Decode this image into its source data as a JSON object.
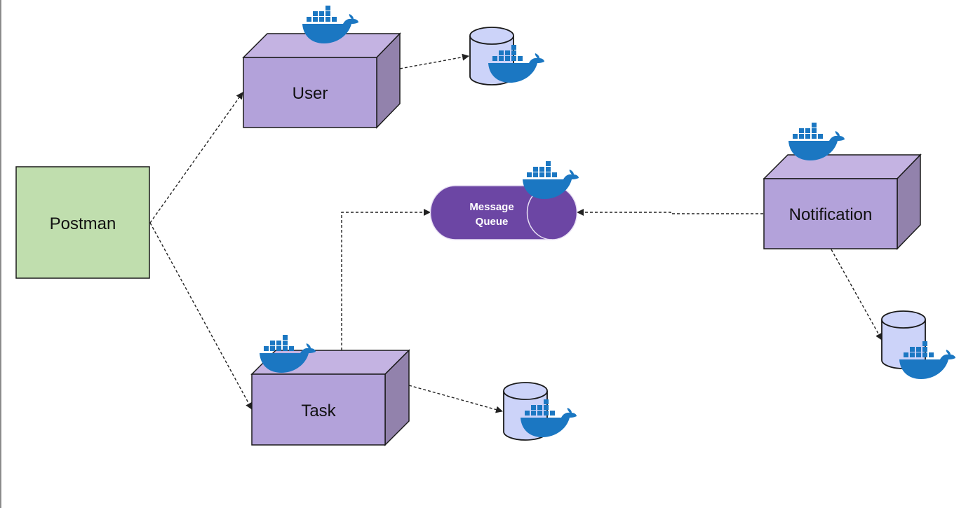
{
  "nodes": {
    "postman": {
      "label": "Postman"
    },
    "user": {
      "label": "User"
    },
    "task": {
      "label": "Task"
    },
    "notification": {
      "label": "Notification"
    },
    "queue": {
      "line1": "Message",
      "line2": "Queue"
    }
  },
  "icons": {
    "service_container": "docker-whale-icon",
    "database": "database-cylinder-icon"
  },
  "colors": {
    "postman_fill": "#c0deae",
    "service_front": "#b3a2da",
    "service_top": "#c4b3e2",
    "service_side": "#9282ac",
    "queue_fill": "#6c46a4",
    "db_fill": "#ccd3f9",
    "docker_blue": "#1b77c2",
    "edge": "#222222"
  }
}
